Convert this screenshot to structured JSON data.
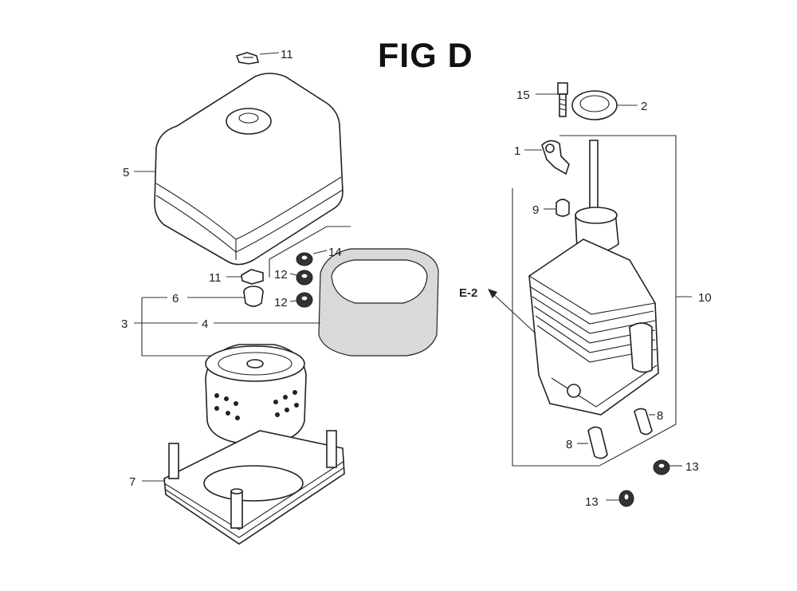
{
  "figure": {
    "title": "FIG D"
  },
  "callouts": {
    "c1": "1",
    "c2": "2",
    "c3": "3",
    "c4": "4",
    "c5": "5",
    "c6": "6",
    "c7": "7",
    "c8a": "8",
    "c8b": "8",
    "c9": "9",
    "c10": "10",
    "c11a": "11",
    "c11b": "11",
    "c12a": "12",
    "c12b": "12",
    "c13a": "13",
    "c13b": "13",
    "c14": "14",
    "c15": "15"
  },
  "reference": {
    "label": "E-2"
  }
}
